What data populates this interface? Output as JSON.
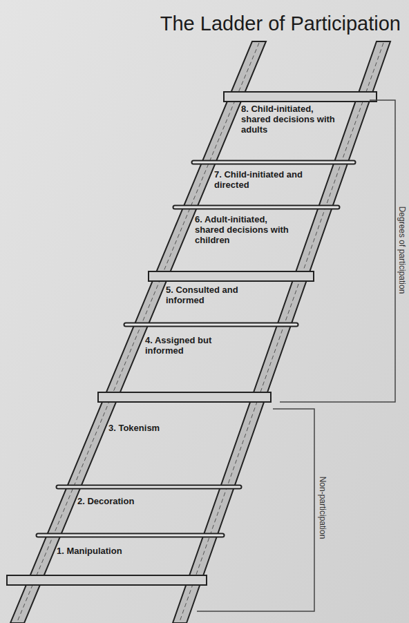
{
  "diagram": {
    "title": "The Ladder of Participation",
    "labels": [
      "8. Child-initiated, shared decisions with adults",
      "7. Child-initiated and directed",
      "6. Adult-initiated, shared decisions with children",
      "5. Consulted and informed",
      "4. Assigned but informed",
      "3. Tokenism",
      "2. Decoration",
      "1. Manipulation",
      "Degrees of participation",
      "Non-participation"
    ]
  }
}
